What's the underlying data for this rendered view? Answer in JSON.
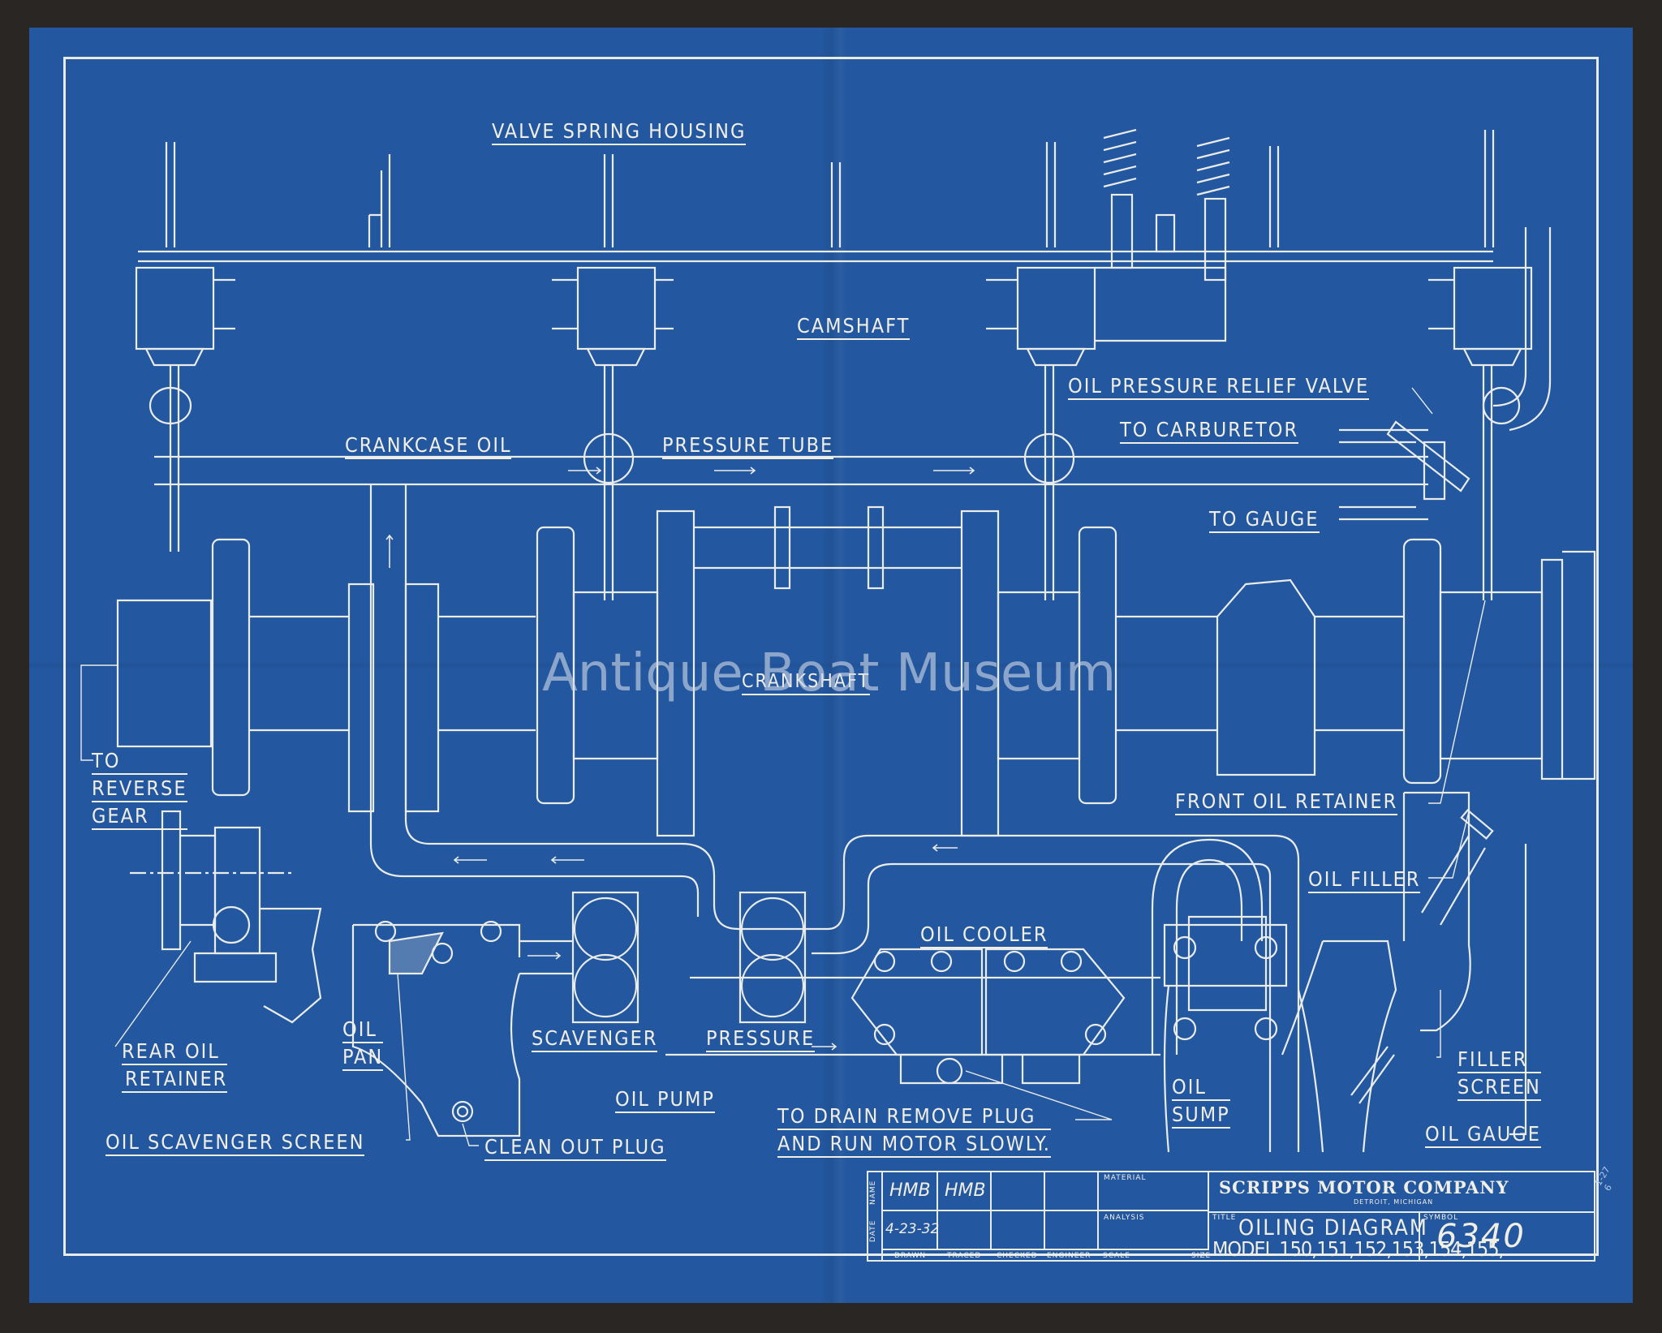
{
  "document": {
    "type": "blueprint",
    "colors": {
      "paper": "#23579f",
      "ink": "#f1efe4",
      "background": "#2a2624"
    }
  },
  "labels": {
    "valve_spring_housing": "VALVE SPRING HOUSING",
    "camshaft": "CAMSHAFT",
    "oil_pressure_relief_valve": "OIL PRESSURE RELIEF VALVE",
    "to_carburetor": "TO CARBURETOR",
    "crankcase_oil": "CRANKCASE OIL",
    "pressure_tube": "PRESSURE TUBE",
    "to_gauge": "TO GAUGE",
    "crankshaft": "CRANKSHAFT",
    "to_reverse_gear": [
      "TO",
      "REVERSE",
      "GEAR"
    ],
    "front_oil_retainer": "FRONT OIL RETAINER",
    "oil_filler": "OIL FILLER",
    "oil_cooler": "OIL COOLER",
    "rear_oil_retainer": [
      "REAR OIL",
      "RETAINER"
    ],
    "oil_pan": [
      "OIL",
      "PAN"
    ],
    "scavenger": "SCAVENGER",
    "pressure": "PRESSURE",
    "oil_pump": "OIL PUMP",
    "oil_sump": [
      "OIL",
      "SUMP"
    ],
    "filler_screen": [
      "FILLER",
      "SCREEN"
    ],
    "to_drain": [
      "TO DRAIN REMOVE PLUG",
      "AND RUN MOTOR SLOWLY."
    ],
    "oil_gauge": "OIL GAUGE",
    "oil_scavenger_screen": "OIL SCAVENGER SCREEN",
    "clean_out_plug": "CLEAN OUT PLUG"
  },
  "watermark": "Antique Boat Museum",
  "title_block": {
    "row_labels": {
      "name": "NAME",
      "date": "DATE"
    },
    "columns": [
      "DRAWN",
      "TRACED",
      "CHECKED",
      "ENGINEER",
      "SCALE",
      "SIZE"
    ],
    "drawn_name": "HMB",
    "traced_name": "HMB",
    "drawn_date": "4-23-32",
    "material_label": "MATERIAL",
    "analysis_label": "ANALYSIS",
    "company": "SCRIPPS MOTOR COMPANY",
    "location": "DETROIT, MICHIGAN",
    "title_label": "TITLE",
    "title": "OILING DIAGRAM",
    "models": "MODEL 150,151,152,153,154,155,",
    "symbol_label": "SYMBOL",
    "symbol": "6340"
  },
  "margin_note": [
    "1-27",
    "6"
  ]
}
